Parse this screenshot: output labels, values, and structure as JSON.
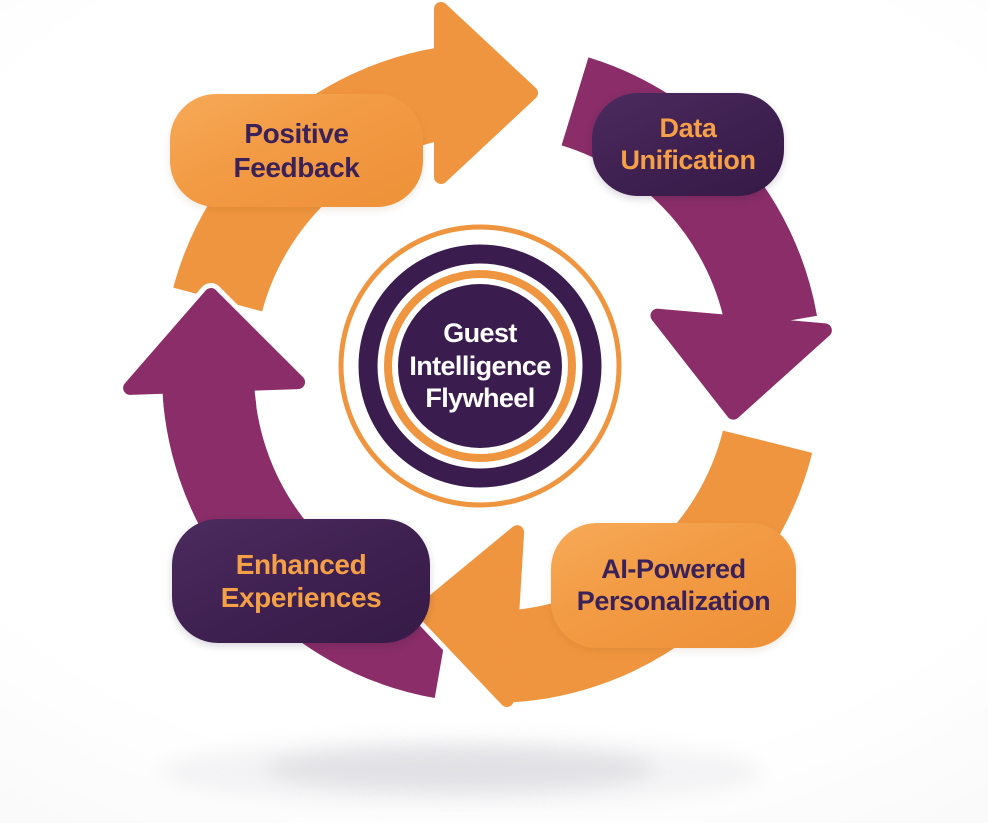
{
  "diagram": {
    "type": "cycle-flywheel",
    "direction": "clockwise"
  },
  "center": {
    "title": "Guest Intelligence Flywheel"
  },
  "labels": {
    "positive_feedback": "Positive Feedback",
    "data_unification": "Data Unification",
    "ai_personalization": "AI-Powered Personalization",
    "enhanced_experiences": "Enhanced Experiences"
  },
  "sequence": [
    "Data Unification",
    "AI-Powered Personalization",
    "Enhanced Experiences",
    "Positive Feedback"
  ],
  "arrows": [
    {
      "segment": "top",
      "color": "#F0953F",
      "from": "Positive Feedback",
      "to": "Data Unification"
    },
    {
      "segment": "right",
      "color": "#8A2D68",
      "from": "Data Unification",
      "to": "AI-Powered Personalization"
    },
    {
      "segment": "bottom",
      "color": "#F0953F",
      "from": "AI-Powered Personalization",
      "to": "Enhanced Experiences"
    },
    {
      "segment": "left",
      "color": "#8A2D68",
      "from": "Enhanced Experiences",
      "to": "Positive Feedback"
    }
  ],
  "colors": {
    "arrow_orange": "#F0953F",
    "arrow_plum": "#8A2D68",
    "node_orange": "#F29A44",
    "node_dark_purple": "#3E2050",
    "center_fill": "#3A1C4E",
    "ring_orange": "#F0953F",
    "text_dark": "#3A2158",
    "text_orange": "#F5A047",
    "text_white": "#FFFFFF",
    "background": "#FDFDFD"
  }
}
